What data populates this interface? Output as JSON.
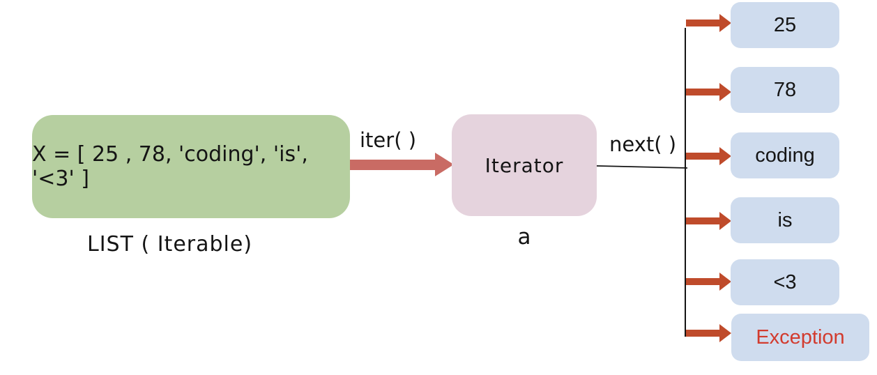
{
  "diagram": {
    "iterable": {
      "content": "X = [ 25 , 78, 'coding', 'is', '<3' ]",
      "caption": "LIST ( Iterable)",
      "box_color": "#b6cfa0"
    },
    "iter_call": {
      "label": "iter( )",
      "arrow_color": "#c96b64"
    },
    "iterator": {
      "content": "Iterator",
      "caption": "a",
      "box_color": "#e5d3dd"
    },
    "next_call": {
      "label": "next( )",
      "arrow_color": "#bf4b2b",
      "line_color": "#141414"
    },
    "outputs": {
      "box_color": "#cfdcee",
      "error_text_color": "#d23b2e",
      "items": [
        {
          "text": "25"
        },
        {
          "text": "78"
        },
        {
          "text": "coding"
        },
        {
          "text": "is"
        },
        {
          "text": "<3"
        },
        {
          "text": "Exception"
        }
      ]
    }
  }
}
